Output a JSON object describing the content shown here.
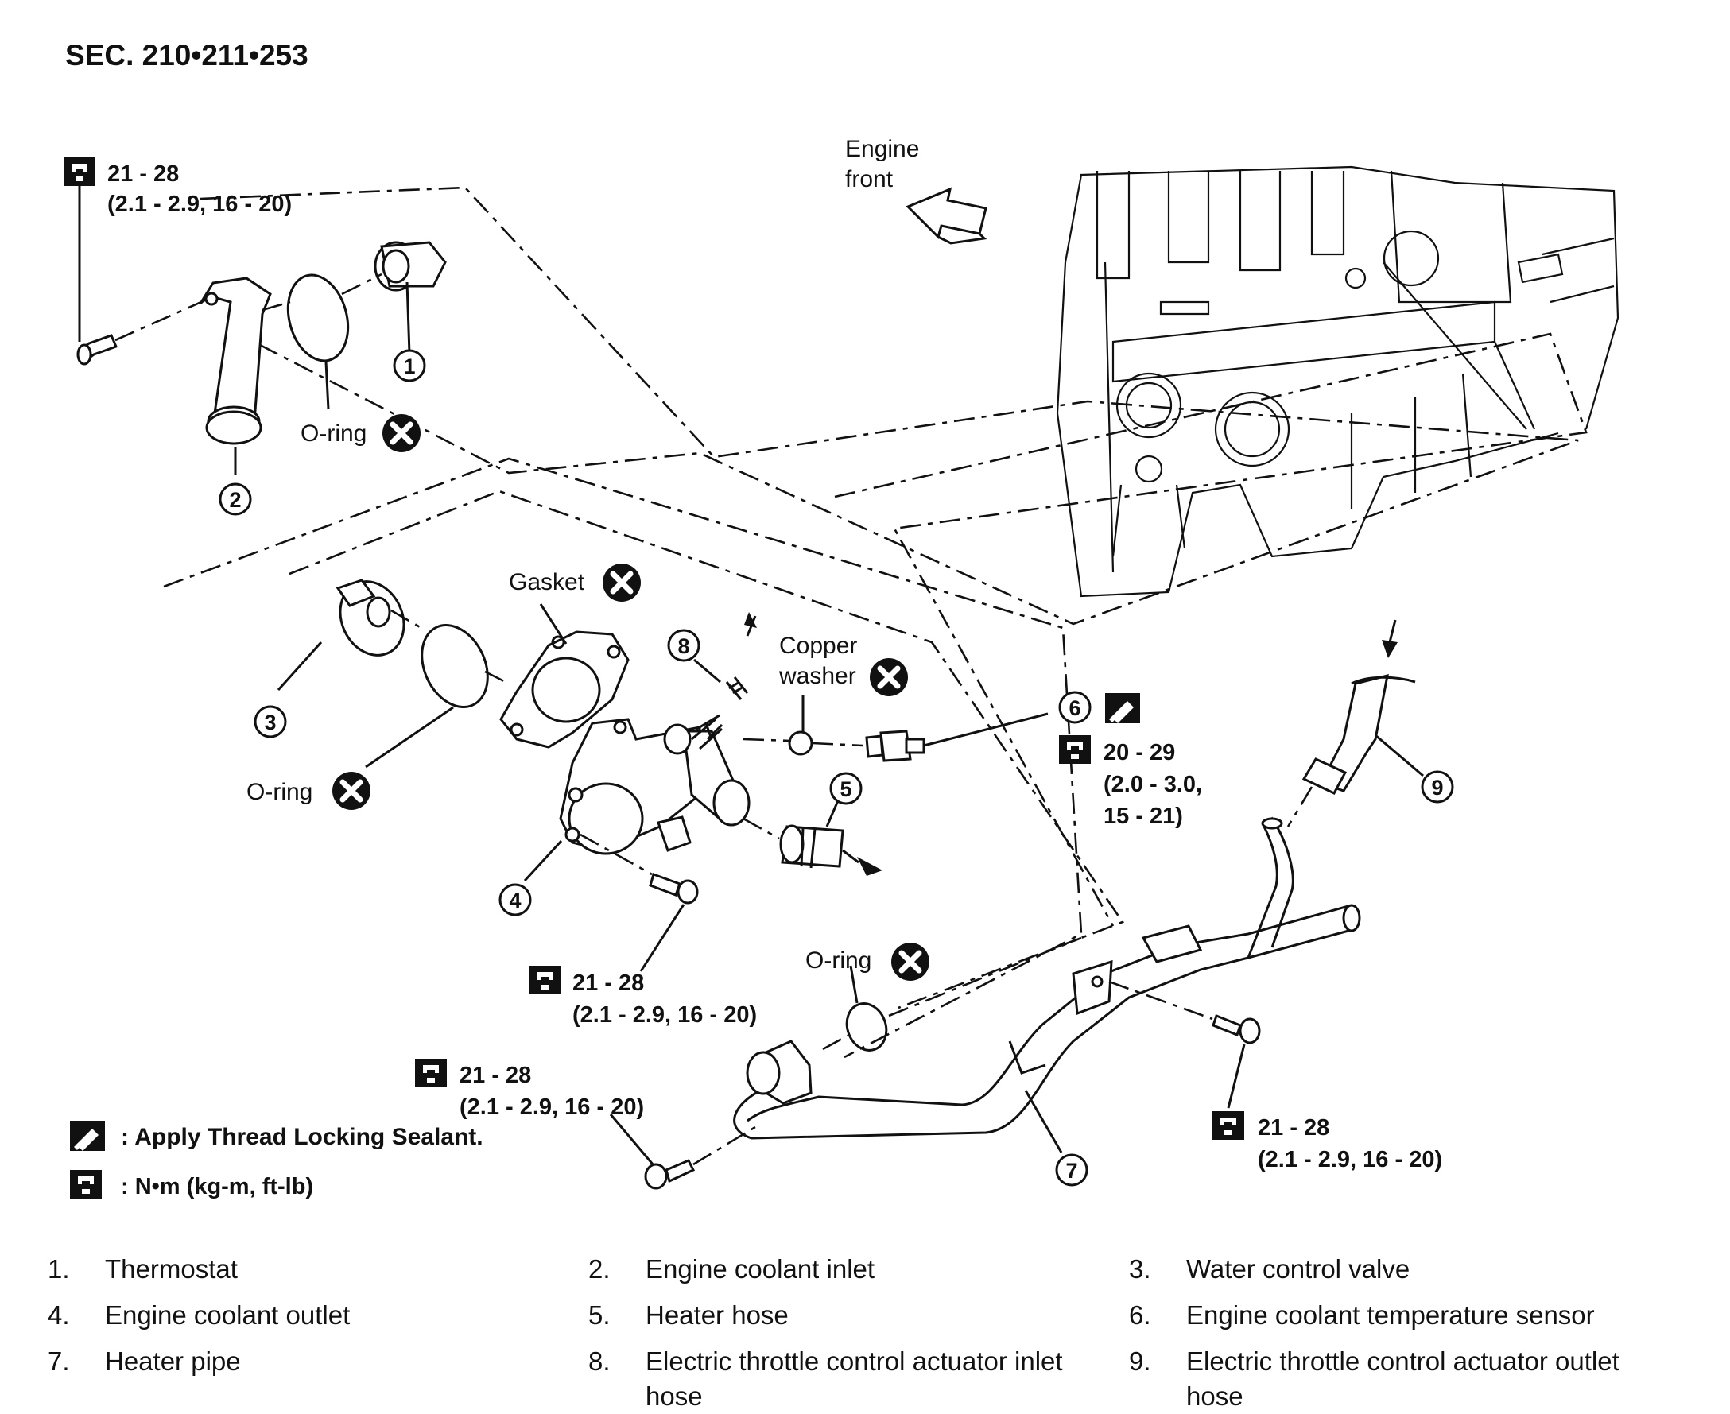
{
  "section_code": "SEC. 210•211•253",
  "engine_front": [
    "Engine",
    "front"
  ],
  "callout_numbers": [
    "1",
    "2",
    "3",
    "4",
    "5",
    "6",
    "7",
    "8",
    "9"
  ],
  "torque_specs": [
    {
      "line1": "21 - 28",
      "line2": "(2.1 - 2.9, 16 - 20)"
    },
    {
      "line1": "20 - 29",
      "line2": "(2.0 - 3.0,",
      "line3": "15 - 21)"
    },
    {
      "line1": "21 - 28",
      "line2": "(2.1 - 2.9, 16 - 20)"
    },
    {
      "line1": "21 - 28",
      "line2": "(2.1 - 2.9, 16 - 20)"
    },
    {
      "line1": "21 - 28",
      "line2": "(2.1 - 2.9, 16 - 20)"
    }
  ],
  "part_labels": {
    "oring": "O-ring",
    "gasket": "Gasket",
    "copper_washer": [
      "Copper",
      "washer"
    ]
  },
  "key": {
    "sealant": ": Apply Thread Locking Sealant.",
    "torque_units": ": N•m (kg-m, ft-lb)"
  },
  "legend": [
    {
      "num": "1.",
      "text": "Thermostat"
    },
    {
      "num": "2.",
      "text": "Engine coolant inlet"
    },
    {
      "num": "3.",
      "text": "Water control valve"
    },
    {
      "num": "4.",
      "text": "Engine coolant outlet"
    },
    {
      "num": "5.",
      "text": "Heater hose"
    },
    {
      "num": "6.",
      "text": "Engine coolant temperature sensor"
    },
    {
      "num": "7.",
      "text": "Heater pipe"
    },
    {
      "num": "8.",
      "text": "Electric throttle control actuator inlet hose"
    },
    {
      "num": "9.",
      "text": "Electric throttle control actuator outlet hose"
    }
  ]
}
